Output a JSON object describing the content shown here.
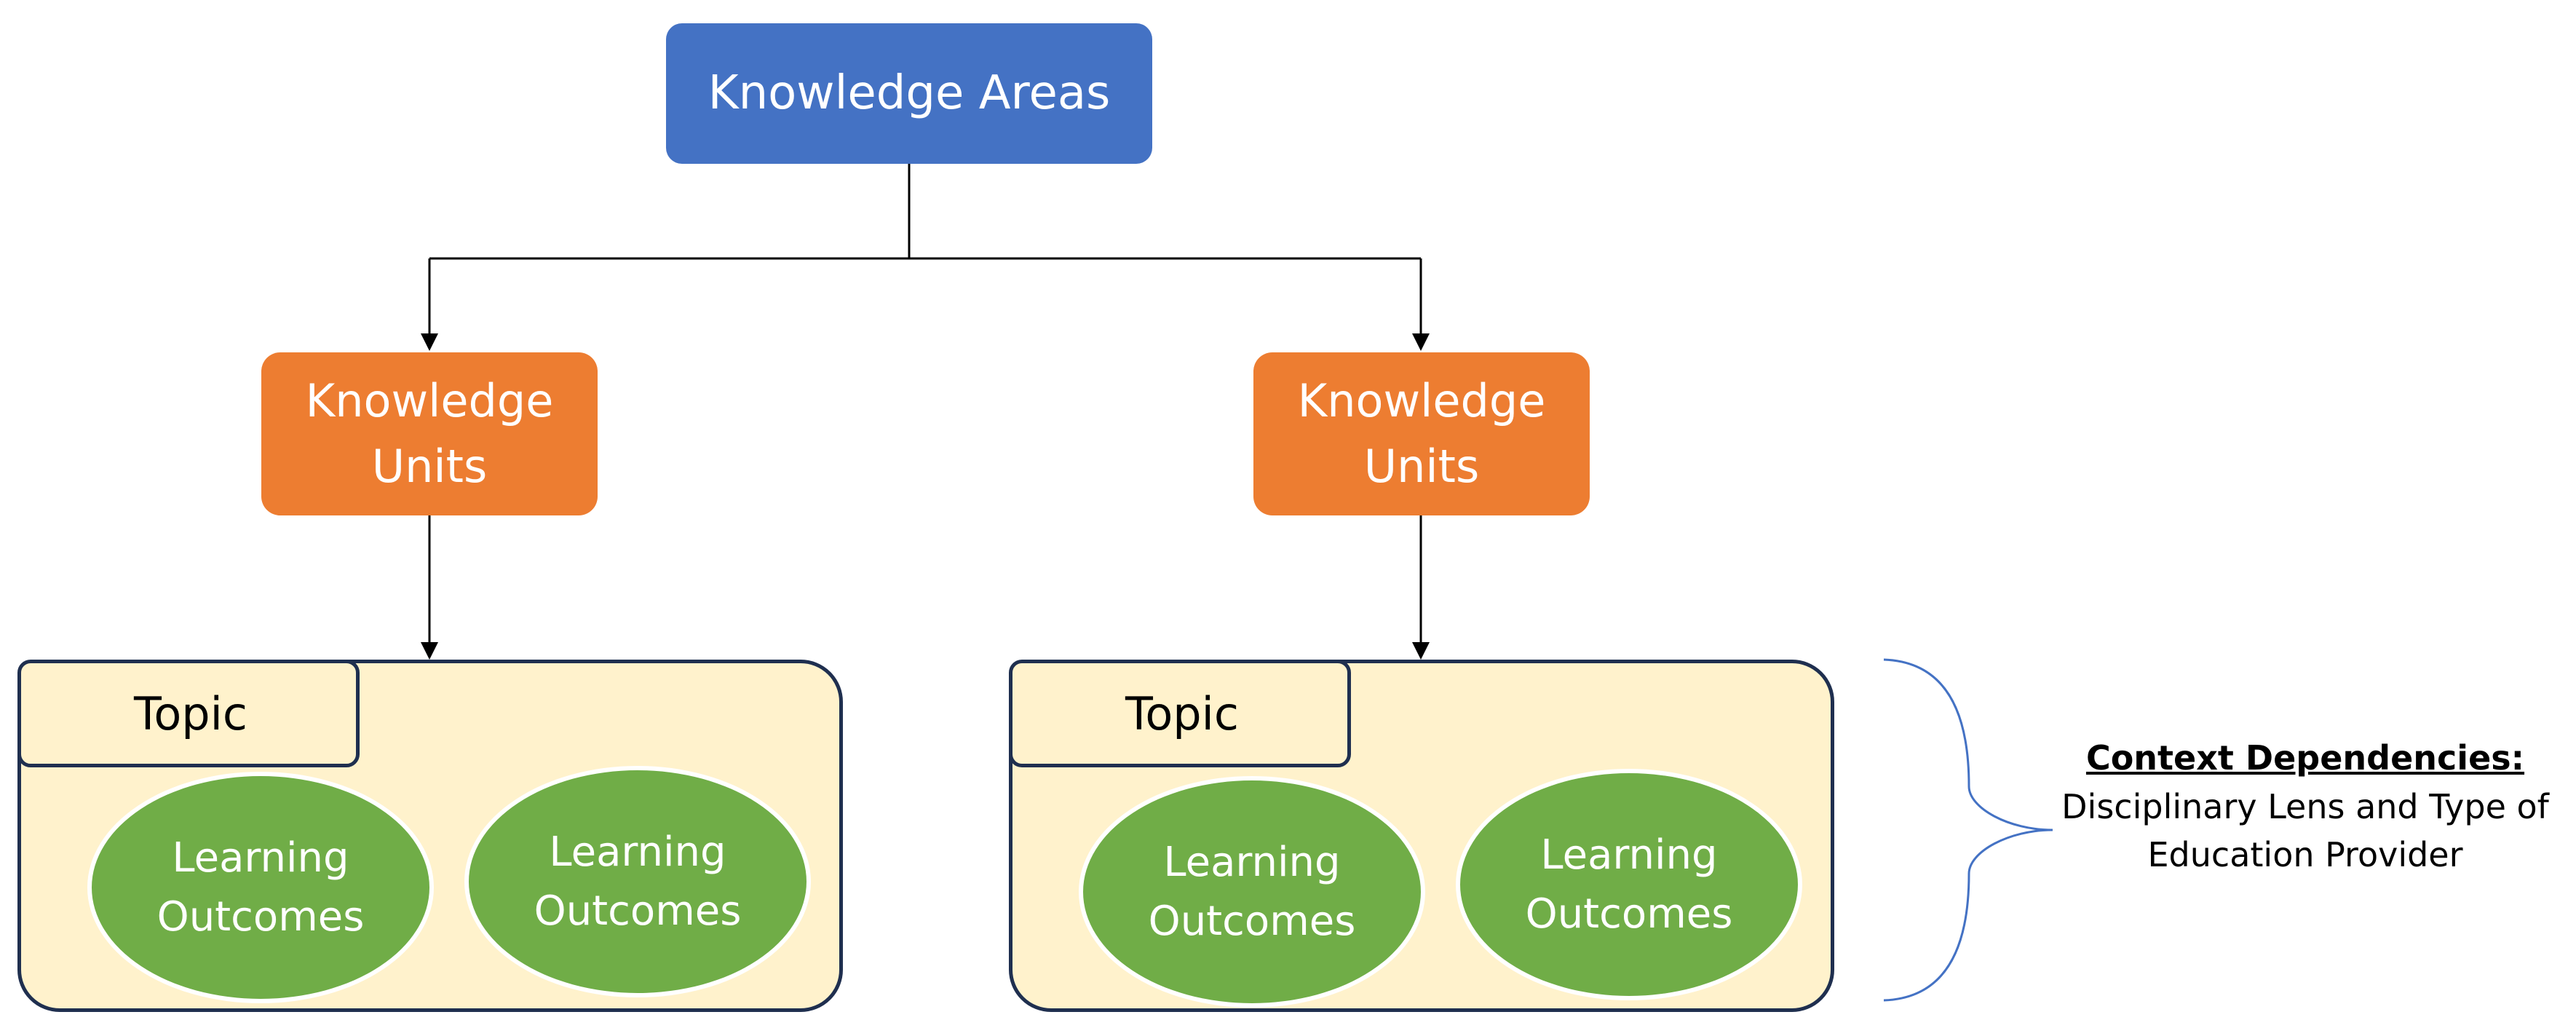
{
  "knowledge_area": {
    "label": "Knowledge Areas",
    "color": "#4472c4"
  },
  "knowledge_units": [
    {
      "label": "Knowledge\nUnits",
      "color": "#ed7d31"
    },
    {
      "label": "Knowledge\nUnits",
      "color": "#ed7d31"
    }
  ],
  "topic_groups": [
    {
      "topic_label": "Topic",
      "learning_outcomes": [
        "Learning\nOutcomes",
        "Learning\nOutcomes"
      ]
    },
    {
      "topic_label": "Topic",
      "learning_outcomes": [
        "Learning\nOutcomes",
        "Learning\nOutcomes"
      ]
    }
  ],
  "context": {
    "heading": "Context Dependencies:",
    "body": "Disciplinary Lens and Type of\nEducation Provider"
  },
  "colors": {
    "topic_fill": "#fff2cc",
    "topic_border": "#1f2f4f",
    "learning_outcome_fill": "#70ad47",
    "brace_stroke": "#4472c4"
  }
}
